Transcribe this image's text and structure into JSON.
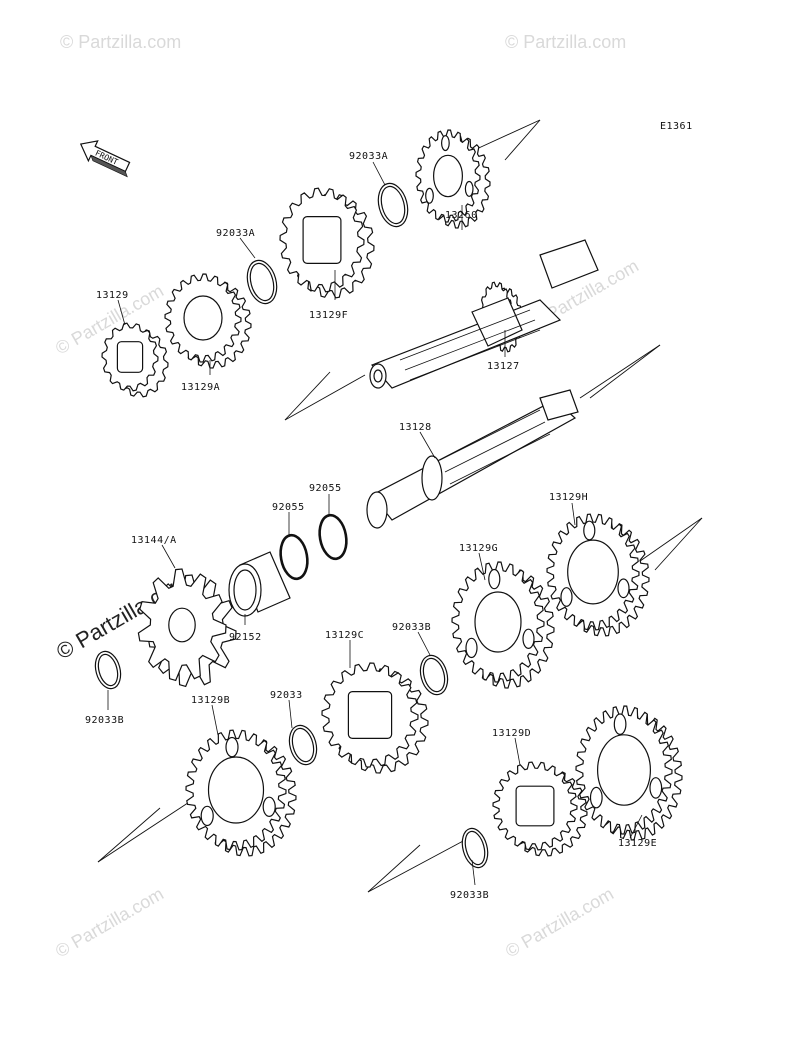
{
  "diagram": {
    "code": "E1361",
    "front_label": "FRONT",
    "watermark": "© Partzilla.com",
    "watermark_center": "© Partzilla.com",
    "parts": [
      {
        "id": "92033A_top",
        "label": "92033A"
      },
      {
        "id": "13260",
        "label": "13260"
      },
      {
        "id": "92033A_mid",
        "label": "92033A"
      },
      {
        "id": "13129F",
        "label": "13129F"
      },
      {
        "id": "13129",
        "label": "13129"
      },
      {
        "id": "13129A",
        "label": "13129A"
      },
      {
        "id": "13127",
        "label": "13127"
      },
      {
        "id": "13128",
        "label": "13128"
      },
      {
        "id": "92055_a",
        "label": "92055"
      },
      {
        "id": "92055_b",
        "label": "92055"
      },
      {
        "id": "13144A",
        "label": "13144/A"
      },
      {
        "id": "92152",
        "label": "92152"
      },
      {
        "id": "13129H",
        "label": "13129H"
      },
      {
        "id": "13129G",
        "label": "13129G"
      },
      {
        "id": "13129C",
        "label": "13129C"
      },
      {
        "id": "92033B_mid",
        "label": "92033B"
      },
      {
        "id": "92033B_left",
        "label": "92033B"
      },
      {
        "id": "13129B",
        "label": "13129B"
      },
      {
        "id": "92033",
        "label": "92033"
      },
      {
        "id": "13129D",
        "label": "13129D"
      },
      {
        "id": "13129E",
        "label": "13129E"
      },
      {
        "id": "92033B_bottom",
        "label": "92033B"
      }
    ]
  }
}
